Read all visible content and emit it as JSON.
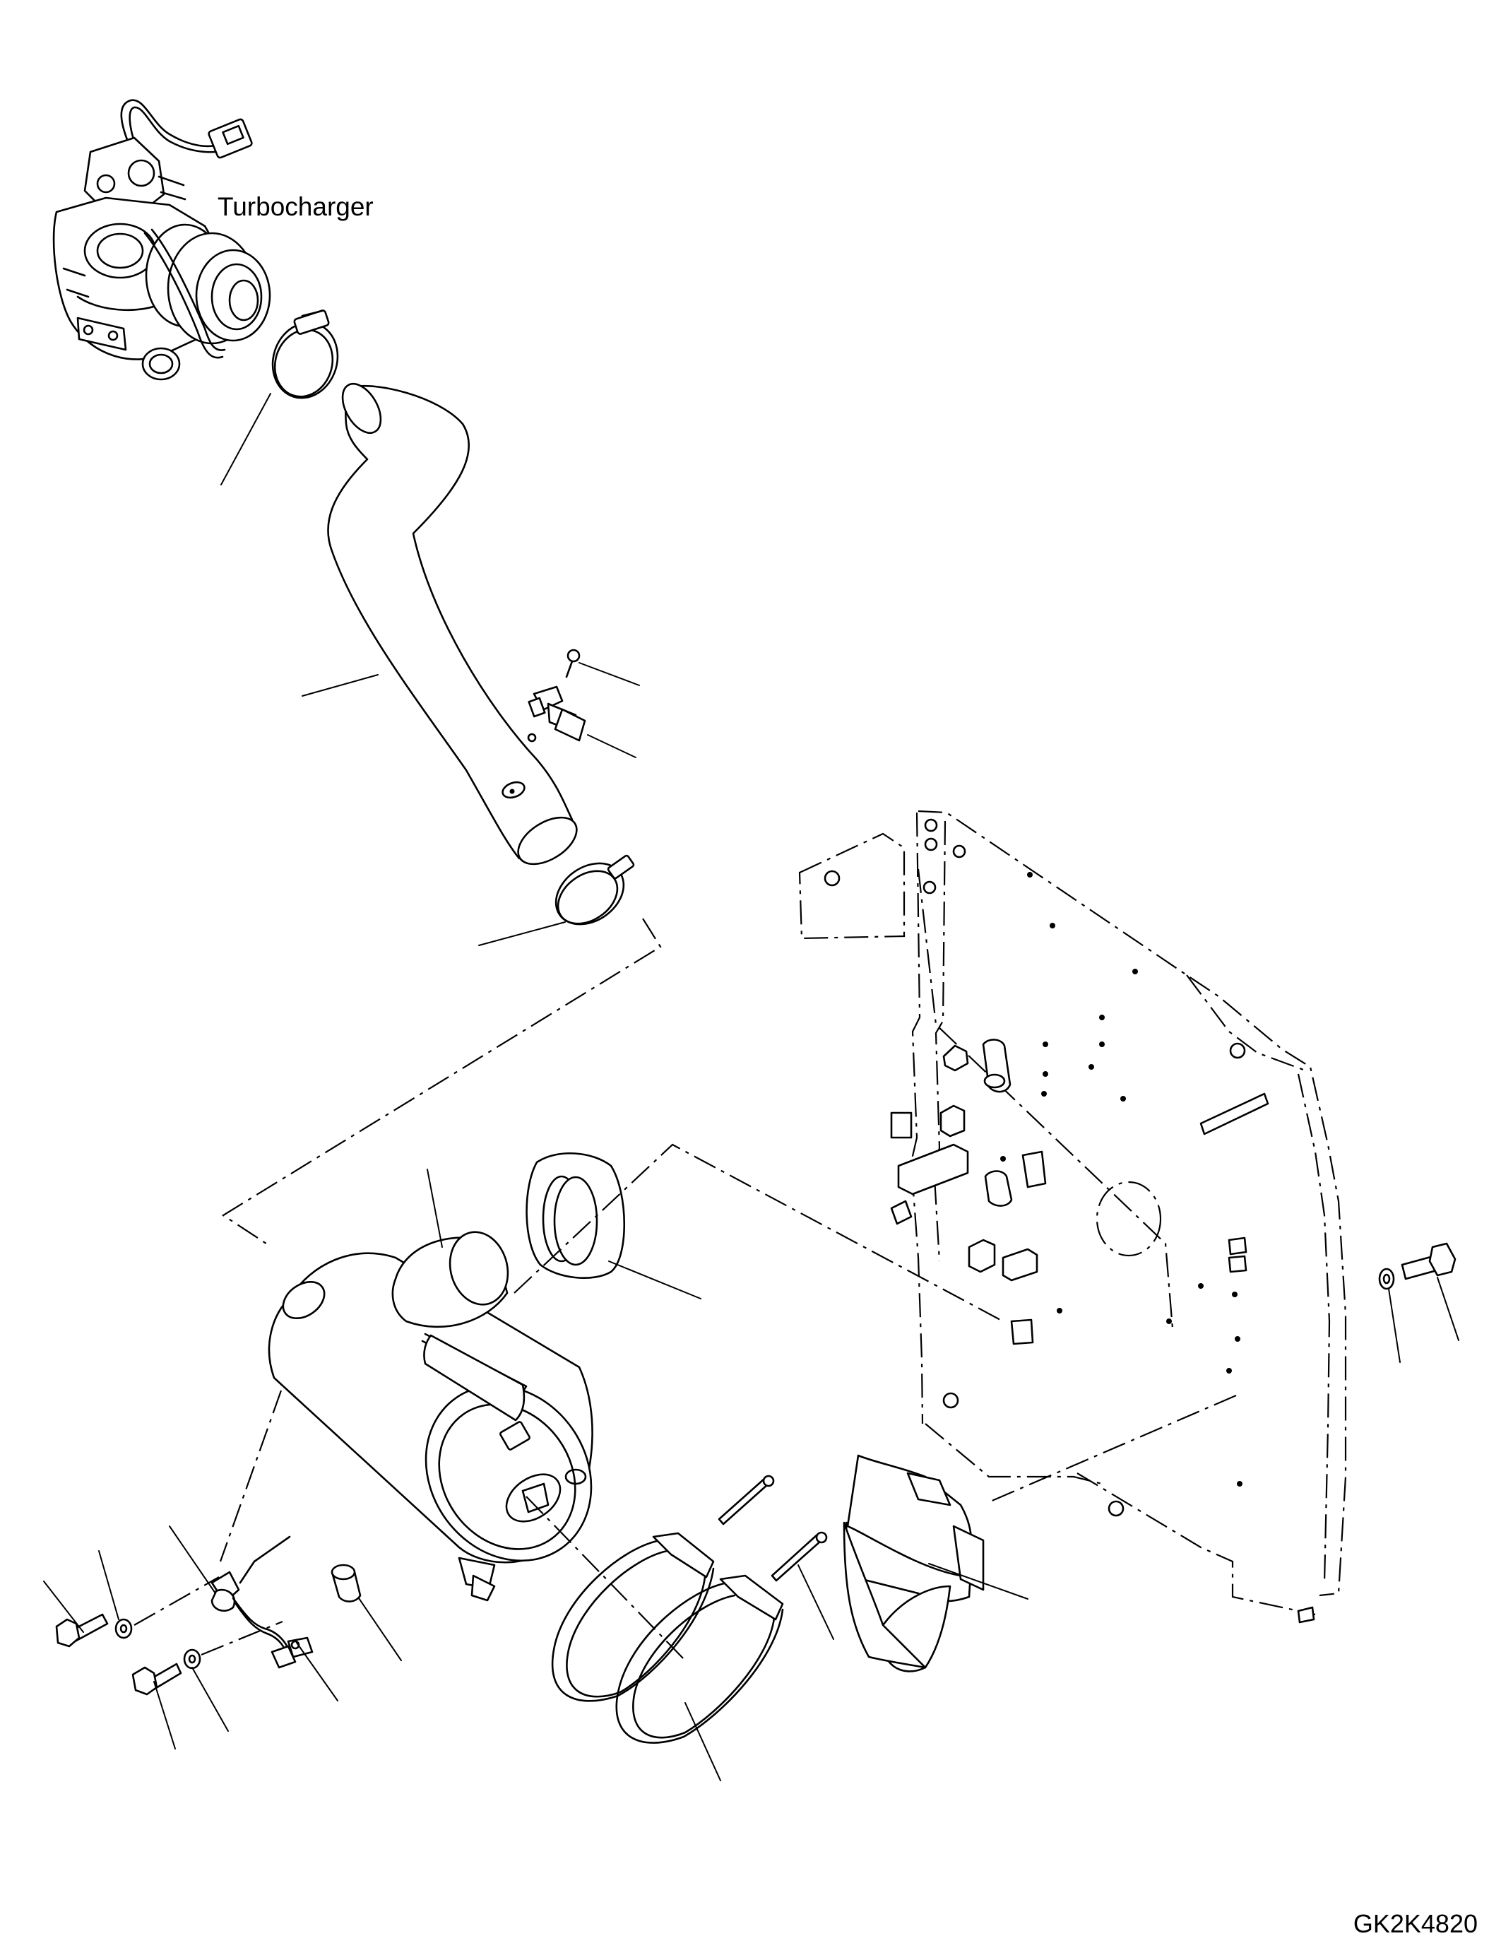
{
  "diagram": {
    "labels": {
      "turbocharger": "Turbocharger",
      "drawing_code": "GK2K4820"
    },
    "parts": [
      "turbocharger",
      "upper-hose-clamp",
      "intake-hose",
      "sensor-bolt",
      "temperature-sensor",
      "lower-hose-clamp",
      "air-cleaner",
      "air-cleaner-seal",
      "mounting-bracket-panel",
      "panel-bolt",
      "panel-washer",
      "mounting-band",
      "band-bolt",
      "rain-cap",
      "ground-wire",
      "spacer-collar",
      "ground-bolt",
      "ground-washer"
    ]
  }
}
